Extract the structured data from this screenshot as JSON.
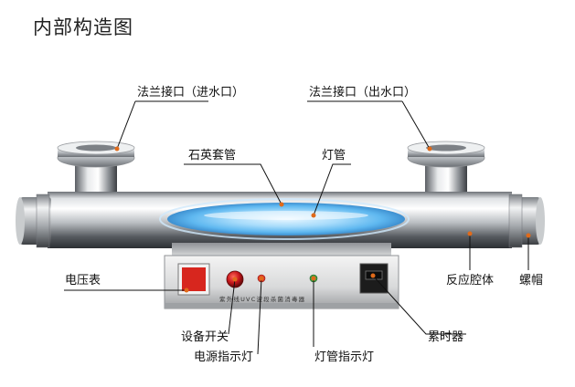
{
  "title": "内部构造图",
  "labels": {
    "inlet": "法兰接口（进水口）",
    "outlet": "法兰接口（出水口）",
    "quartz_sleeve": "石英套管",
    "lamp": "灯管",
    "reactor_body": "反应腔体",
    "nut_cap": "螺帽",
    "voltmeter": "电压表",
    "power_switch": "设备开关",
    "power_indicator": "电源指示灯",
    "lamp_indicator": "灯管指示灯",
    "timer": "累时器"
  },
  "panel_text": "紫外线UVC波段杀菌消毒器",
  "colors": {
    "leader_line": "#111111",
    "marker_dot": "#e06a1a",
    "voltmeter_red": "#d7261e",
    "switch_red": "#c8161b",
    "power_led": "#e03a2a",
    "lamp_led": "#3fa043",
    "lamp_glow": "#5fb8f0"
  }
}
